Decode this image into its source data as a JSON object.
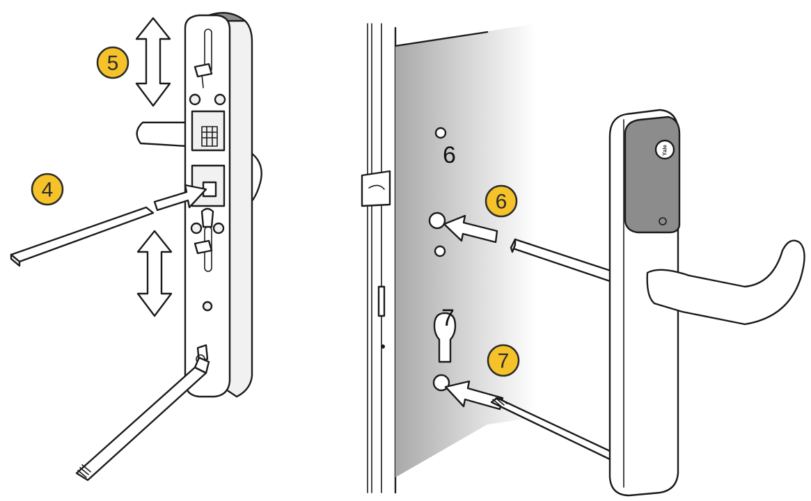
{
  "figure": {
    "left_panel": {
      "badges": [
        "5",
        "4"
      ]
    },
    "right_panel": {
      "labels": [
        "6",
        "7"
      ],
      "badges": [
        "6",
        "7"
      ],
      "brand_text": "Yale"
    }
  },
  "colors": {
    "badge_fill": "#f5c22a",
    "badge_stroke": "#2b2b2b",
    "cover_grey": "#8c8c8c",
    "door_gradient_start": "#a9a9a9",
    "door_gradient_end": "#ffffff"
  },
  "icons": [
    "up-down-arrow-icon",
    "push-arrow-icon"
  ]
}
